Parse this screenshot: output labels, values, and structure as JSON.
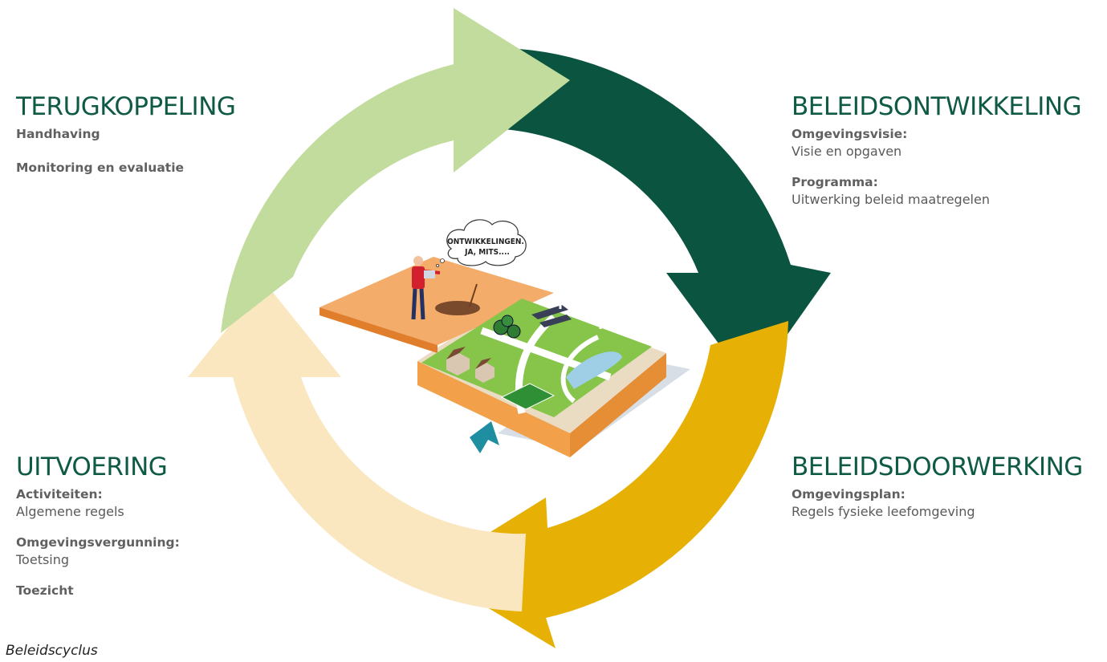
{
  "sections": {
    "terugkoppeling": {
      "title": "TERUGKOPPELING",
      "items": [
        {
          "label": "Handhaving"
        },
        {
          "label": "Monitoring en evaluatie"
        }
      ]
    },
    "beleidsontwikkeling": {
      "title": "BELEIDSONTWIKKELING",
      "items": [
        {
          "label": "Omgevingsvisie:",
          "text": "Visie en opgaven"
        },
        {
          "label": "Programma:",
          "text": "Uitwerking beleid maatregelen"
        }
      ]
    },
    "uitvoering": {
      "title": "UITVOERING",
      "items": [
        {
          "label": "Activiteiten:",
          "text": "Algemene regels"
        },
        {
          "label": "Omgevingsvergunning:",
          "text": "Toetsing"
        },
        {
          "label": "Toezicht"
        }
      ]
    },
    "beleidsdoorwerking": {
      "title": "BELEIDSDOORWERKING",
      "items": [
        {
          "label": "Omgevingsplan:",
          "text": "Regels fysieke leefomgeving"
        }
      ]
    }
  },
  "illustration": {
    "speech_bubble": [
      "ONTWIKKELINGEN.",
      "JA, MITS...."
    ]
  },
  "caption": "Beleidscyclus",
  "colors": {
    "title": "#0f5a45",
    "arrow_terugkoppeling": "#c1dc9c",
    "arrow_beleidsontwikkeling": "#0b5440",
    "arrow_beleidsdoorwerking": "#e7b005",
    "arrow_uitvoering": "#fae7bf"
  }
}
